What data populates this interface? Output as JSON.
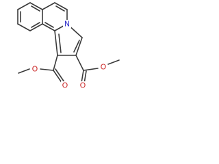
{
  "atoms": {
    "nitrogen": {
      "symbol": "N"
    },
    "carbonyl_oxygen_1": {
      "symbol": "O"
    },
    "ester_oxygen_1": {
      "symbol": "O"
    },
    "carbonyl_oxygen_2": {
      "symbol": "O"
    },
    "ester_oxygen_2": {
      "symbol": "O"
    }
  },
  "colors": {
    "bond": "#3a3a3a",
    "nitrogen": "#3333cc",
    "oxygen": "#cc2a2a",
    "background": "#ffffff"
  }
}
